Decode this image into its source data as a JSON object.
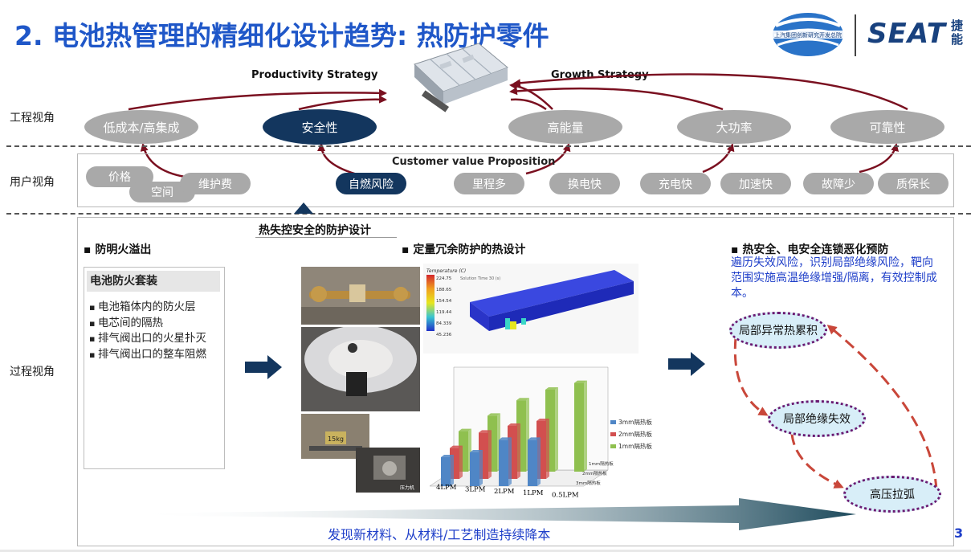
{
  "title": "2. 电池热管理的精细化设计趋势: 热防护零件",
  "logos": {
    "left_org": "上汽集团创新研究开发总院",
    "seat": "SEAT",
    "seat_cn": "捷能"
  },
  "strategy": {
    "productivity": "Productivity Strategy",
    "growth": "Growth Strategy"
  },
  "rows": {
    "engineering": "工程视角",
    "user": "用户视角",
    "process": "过程视角"
  },
  "engineering_items": [
    "低成本/高集成",
    "安全性",
    "高能量",
    "大功率",
    "可靠性"
  ],
  "customer_value": "Customer value Proposition",
  "user_items": [
    "价格",
    "空间",
    "维护费",
    "自燃风险",
    "里程多",
    "换电快",
    "充电快",
    "加速快",
    "故障少",
    "质保长"
  ],
  "process": {
    "heading": "热失控安全的防护设计",
    "col1_title": "防明火溢出",
    "col1_box_title": "电池防火套装",
    "col1_items": [
      "电池箱体内的防火层",
      "电芯间的隔热",
      "排气阀出口的火星扑灭",
      "排气阀出口的整车阻燃"
    ],
    "col2_title": "定量冗余防护的热设计",
    "col3_title": "热安全、电安全连锁恶化预防",
    "col3_desc": "遍历失效风险，识别局部绝缘风险，靶向范围实施高温绝缘增强/隔离，有效控制成本。",
    "nodes": [
      "局部异常热累积",
      "局部绝缘失效",
      "高压拉弧"
    ]
  },
  "photo_label": "压力机",
  "photo_weight": "15kg",
  "thermal": {
    "title": "Temperature (C)",
    "sub": "Solution Time 30 (s)",
    "ticks": [
      "224.75",
      "188.65",
      "154.54",
      "119.44",
      "84.339",
      "45.236"
    ]
  },
  "chart_data": {
    "type": "bar",
    "categories": [
      "4LPM",
      "3LPM",
      "2LPM",
      "1LPM",
      "0.5LPM"
    ],
    "series": [
      {
        "name": "3mm隔热板",
        "values": [
          30,
          35,
          48,
          48,
          0
        ],
        "color": "#4f86c6"
      },
      {
        "name": "2mm隔热板",
        "values": [
          32,
          48,
          55,
          60,
          0
        ],
        "color": "#d24f4f"
      },
      {
        "name": "1mm隔热板",
        "values": [
          42,
          58,
          74,
          85,
          92
        ],
        "color": "#8fc04f"
      }
    ],
    "depth_labels": [
      "1mm隔热板",
      "2mm隔热板",
      "3mm隔热板"
    ],
    "ylim": [
      0,
      100
    ]
  },
  "bottom_text": "发现新材料、从材料/工艺制造持续降本",
  "page_number": "3",
  "colors": {
    "title": "#1f57c8",
    "arrow_red": "#7a1020",
    "dark_navy": "#13365e",
    "oval_gray": "#a9a9a9",
    "blue_text": "#1f3fc9"
  }
}
